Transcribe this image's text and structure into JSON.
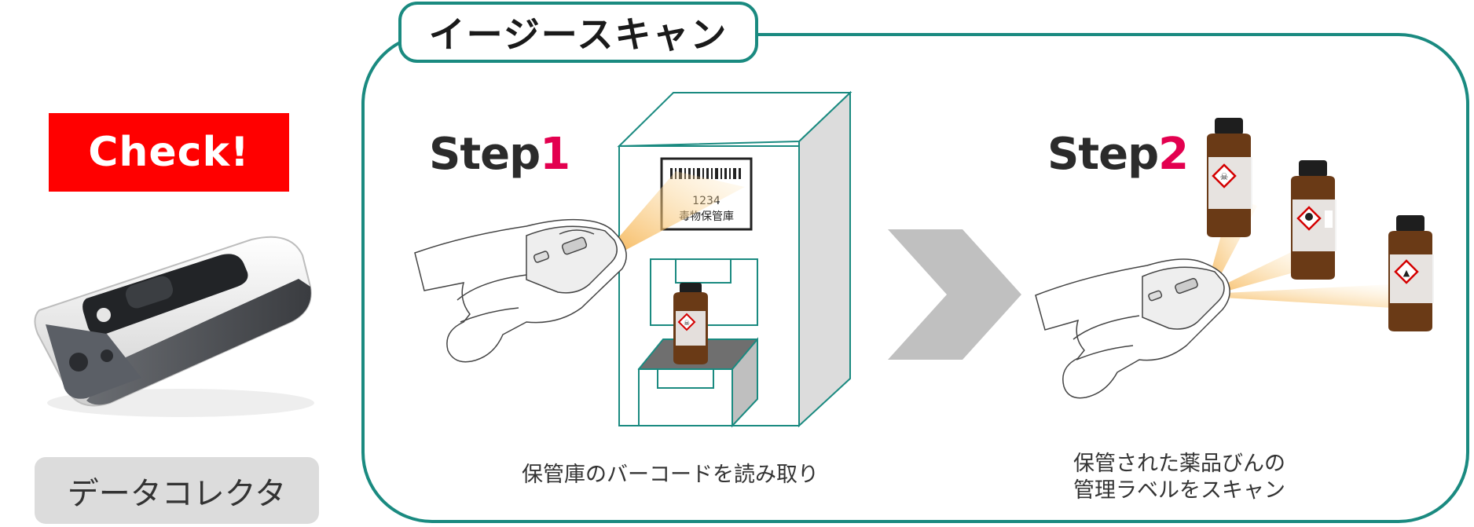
{
  "left": {
    "badge_label": "Check!",
    "device_label": "データコレクタ"
  },
  "panel": {
    "title": "イージースキャン",
    "border_color": "#1a8a80"
  },
  "step1": {
    "heading_word": "Step",
    "heading_number": "1",
    "cabinet_label_number": "1234",
    "cabinet_label_text": "毒物保管庫",
    "caption": "保管庫のバーコードを読み取り"
  },
  "step2": {
    "heading_word": "Step",
    "heading_number": "2",
    "caption_line1": "保管された薬品びんの",
    "caption_line2": "管理ラベルをスキャン"
  },
  "colors": {
    "accent_red": "#ff0000",
    "step_number": "#e3004f",
    "chevron": "#c0c0c0",
    "bottle": "#6a3a16"
  },
  "icons": {
    "arrow": "chevron-right-icon",
    "hazard": "ghs-hazard-icon"
  }
}
